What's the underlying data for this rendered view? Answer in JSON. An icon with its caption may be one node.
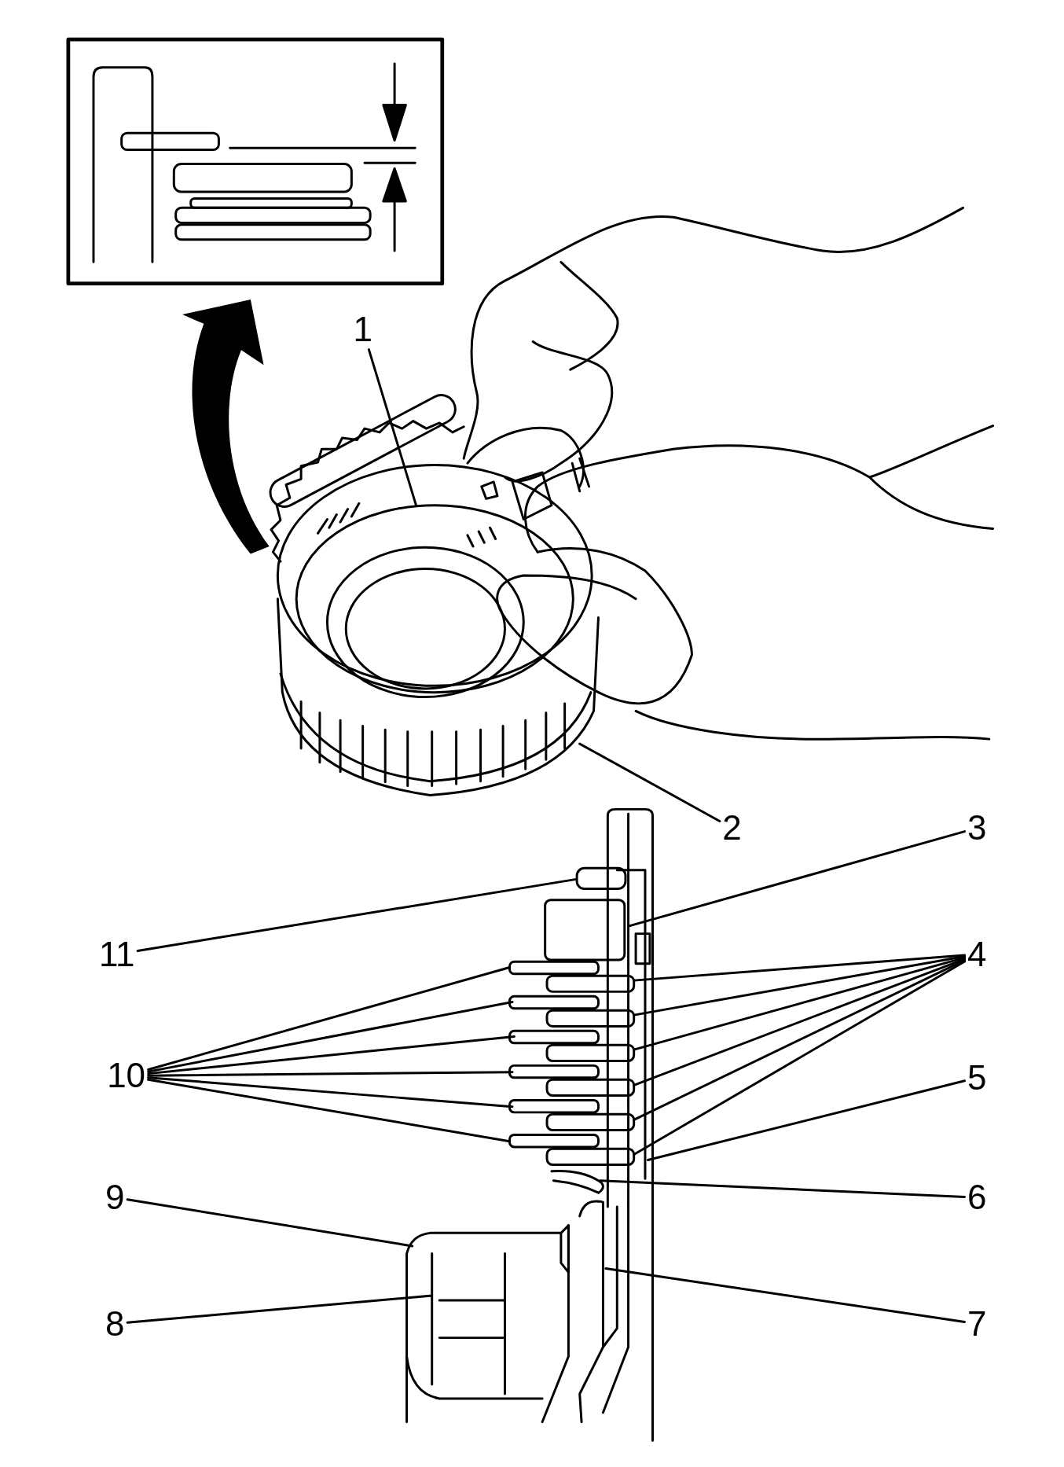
{
  "diagram": {
    "nodes": [
      {
        "text": [
          "1"
        ]
      },
      {
        "text": [
          "2"
        ]
      },
      {
        "text": [
          "3"
        ]
      },
      {
        "text": [
          "4"
        ]
      },
      {
        "text": [
          "5"
        ]
      },
      {
        "text": [
          "6"
        ]
      },
      {
        "text": [
          "7"
        ]
      },
      {
        "text": [
          "8"
        ]
      },
      {
        "text": [
          "9"
        ]
      },
      {
        "text": [
          "10"
        ]
      },
      {
        "text": [
          "11"
        ]
      }
    ],
    "edges": [
      {
        "from": 0,
        "to": null,
        "arrow": "none"
      },
      {
        "from": 1,
        "to": null,
        "arrow": "none"
      },
      {
        "from": 2,
        "to": null,
        "arrow": "none"
      },
      {
        "from": 3,
        "to": null,
        "arrow": "none"
      },
      {
        "from": 3,
        "to": null,
        "arrow": "none"
      },
      {
        "from": 3,
        "to": null,
        "arrow": "none"
      },
      {
        "from": 3,
        "to": null,
        "arrow": "none"
      },
      {
        "from": 3,
        "to": null,
        "arrow": "none"
      },
      {
        "from": 3,
        "to": null,
        "arrow": "none"
      },
      {
        "from": 4,
        "to": null,
        "arrow": "none"
      },
      {
        "from": 5,
        "to": null,
        "arrow": "none"
      },
      {
        "from": 6,
        "to": null,
        "arrow": "none"
      },
      {
        "from": 7,
        "to": null,
        "arrow": "none"
      },
      {
        "from": 8,
        "to": null,
        "arrow": "none"
      },
      {
        "from": 9,
        "to": null,
        "arrow": "none"
      },
      {
        "from": 9,
        "to": null,
        "arrow": "none"
      },
      {
        "from": 9,
        "to": null,
        "arrow": "none"
      },
      {
        "from": 9,
        "to": null,
        "arrow": "none"
      },
      {
        "from": 9,
        "to": null,
        "arrow": "none"
      },
      {
        "from": 9,
        "to": null,
        "arrow": "none"
      },
      {
        "from": 10,
        "to": null,
        "arrow": "none"
      }
    ]
  }
}
